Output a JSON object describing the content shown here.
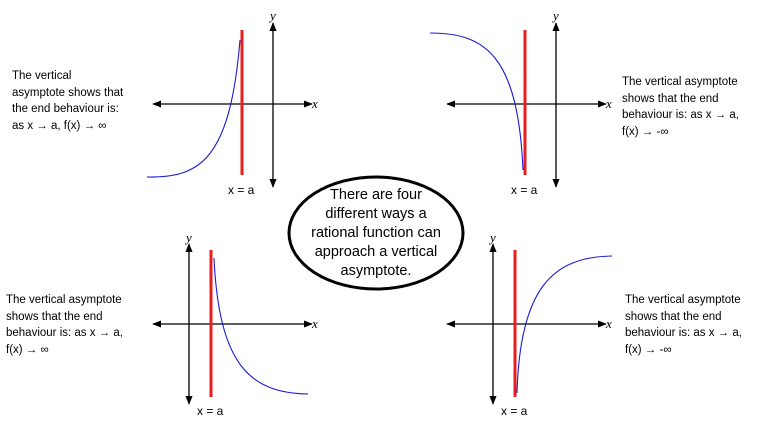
{
  "colors": {
    "asymptote": "#e61e1e",
    "curve": "#1a1ad9",
    "axis": "#000000"
  },
  "panels": [
    {
      "id": "top-left",
      "x_axis_label": "x",
      "y_axis_label": "y",
      "asymptote_label": "x = a",
      "description_lines": [
        "The vertical",
        "asymptote shows that",
        "the end behaviour is:",
        "as x → a, f(x) → ∞"
      ]
    },
    {
      "id": "top-right",
      "x_axis_label": "x",
      "y_axis_label": "y",
      "asymptote_label": "x = a",
      "description_lines": [
        "The vertical asymptote",
        "shows that the end",
        "behaviour is: as x → a,",
        "f(x) → -∞"
      ]
    },
    {
      "id": "bottom-left",
      "x_axis_label": "x",
      "y_axis_label": "y",
      "asymptote_label": "x = a",
      "description_lines": [
        "The vertical asymptote",
        "shows that the end",
        "behaviour is: as x → a,",
        "f(x) → ∞"
      ]
    },
    {
      "id": "bottom-right",
      "x_axis_label": "x",
      "y_axis_label": "y",
      "asymptote_label": "x = a",
      "description_lines": [
        "The vertical asymptote",
        "shows that the end",
        "behaviour is: as x → a,",
        "f(x) → -∞"
      ]
    }
  ],
  "callout_lines": [
    "There are four",
    "different ways a",
    "rational function can",
    "approach a vertical",
    "asymptote."
  ]
}
